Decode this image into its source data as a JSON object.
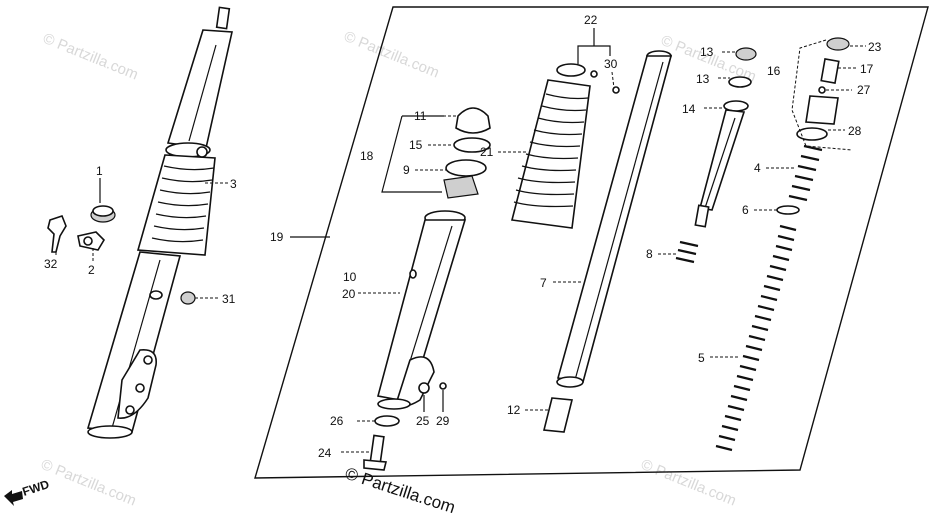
{
  "watermark": "© Partzilla.com",
  "copyright": "© Partzilla.com",
  "fwd_label": "FWD",
  "callouts": [
    "1",
    "2",
    "3",
    "4",
    "5",
    "6",
    "7",
    "8",
    "9",
    "10",
    "11",
    "12",
    "13",
    "13",
    "14",
    "15",
    "16",
    "17",
    "18",
    "19",
    "20",
    "21",
    "22",
    "23",
    "24",
    "25",
    "26",
    "27",
    "28",
    "29",
    "30",
    "31",
    "32"
  ]
}
